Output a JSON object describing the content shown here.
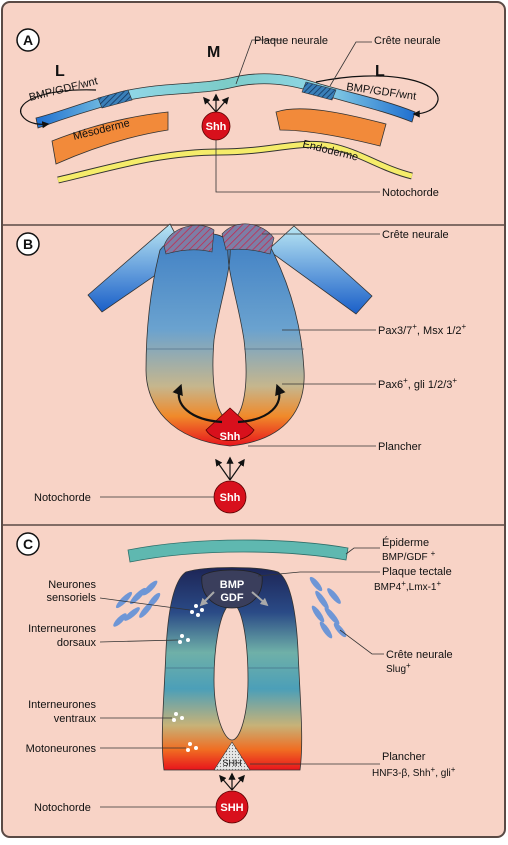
{
  "colors": {
    "background": "#f8d3c6",
    "border": "#5a4a45",
    "shh_red": "#d8101c",
    "mesoderm": "#f28a3a",
    "endoderm": "#f5ec6a",
    "epidermis": "#5fb8b0"
  },
  "panel_a": {
    "letter": "A",
    "lateral_left": "L",
    "medial": "M",
    "lateral_right": "L",
    "plaque_neurale": "Plaque neurale",
    "crete_neurale": "Crête neurale",
    "bmp_left": "BMP/GDF/wnt",
    "bmp_right": "BMP/GDF/wnt",
    "mesoderme": "Mésoderme",
    "endoderme": "Endoderme",
    "notochorde": "Notochorde",
    "shh": "Shh"
  },
  "panel_b": {
    "letter": "B",
    "crete_neurale": "Crête neurale",
    "pax37": "Pax3/7",
    "pax37_sup": "+",
    "pax37_rest": ", Msx 1/2",
    "pax37_rest_sup": "+",
    "pax6": "Pax6",
    "pax6_sup": "+",
    "pax6_rest": ", gli 1/2/3",
    "pax6_rest_sup": "+",
    "plancher": "Plancher",
    "notochorde": "Notochorde",
    "shh_floor": "Shh",
    "shh_noto": "Shh"
  },
  "panel_c": {
    "letter": "C",
    "epiderme": "Épiderme",
    "epiderme_sub": "BMP/GDF",
    "epiderme_sub_sup": "+",
    "plaque_tectale": "Plaque tectale",
    "plaque_tectale_sub": "BMP4",
    "plaque_tectale_sub_sup": "+",
    "plaque_tectale_sub2": ",Lmx-1",
    "plaque_tectale_sub2_sup": "+",
    "bmp": "BMP",
    "gdf": "GDF",
    "neurones_sensoriels_1": "Neurones",
    "neurones_sensoriels_2": "sensoriels",
    "interneurones_dorsaux_1": "Interneurones",
    "interneurones_dorsaux_2": "dorsaux",
    "crete_neurale": "Crête neurale",
    "slug": "Slug",
    "slug_sup": "+",
    "interneurones_ventraux_1": "Interneurones",
    "interneurones_ventraux_2": "ventraux",
    "motoneurones": "Motoneurones",
    "plancher": "Plancher",
    "plancher_sub": "HNF3-β,  Shh",
    "plancher_sub_sup": "+",
    "plancher_sub2": ", gli",
    "plancher_sub2_sup": "+",
    "shh_floor": "SHH",
    "notochorde": "Notochorde",
    "shh_noto": "SHH"
  }
}
